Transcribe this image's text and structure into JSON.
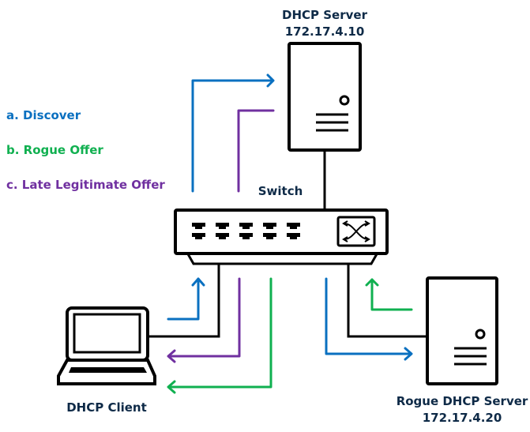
{
  "legend": [
    {
      "label": "a. Discover",
      "color": "#0a70c0"
    },
    {
      "label": "b. Rogue Offer",
      "color": "#10b050"
    },
    {
      "label": "c. Late Legitimate Offer",
      "color": "#7030a0"
    }
  ],
  "nodes": {
    "dhcp_server": {
      "name": "DHCP Server",
      "ip": "172.17.4.10"
    },
    "switch": {
      "name": "Switch"
    },
    "client": {
      "name": "DHCP Client"
    },
    "rogue_server": {
      "name": "Rogue DHCP Server",
      "ip": "172.17.4.20"
    }
  },
  "colors": {
    "label_text": "#0e2a47",
    "line": "#000000"
  }
}
